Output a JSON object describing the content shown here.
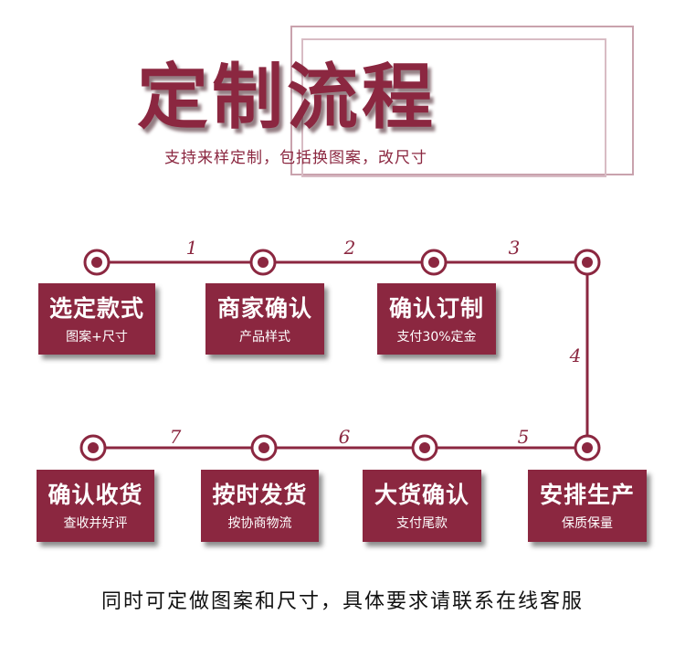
{
  "header": {
    "title": "定制流程",
    "subtitle": "支持来样定制，包括换图案，改尺寸"
  },
  "connector_labels": [
    "1",
    "2",
    "3",
    "4",
    "5",
    "6",
    "7"
  ],
  "steps": [
    {
      "title": "选定款式",
      "sub": "图案+尺寸"
    },
    {
      "title": "商家确认",
      "sub": "产品样式"
    },
    {
      "title": "确认订制",
      "sub": "支付30%定金"
    },
    {
      "title": "安排生产",
      "sub": "保质保量"
    },
    {
      "title": "大货确认",
      "sub": "支付尾款"
    },
    {
      "title": "按时发货",
      "sub": "按协商物流"
    },
    {
      "title": "确认收货",
      "sub": "查收并好评"
    }
  ],
  "footer": {
    "note": "同时可定做图案和尺寸，具体要求请联系在线客服"
  },
  "colors": {
    "accent": "#8b2740",
    "frame": "#c9a2ad"
  }
}
